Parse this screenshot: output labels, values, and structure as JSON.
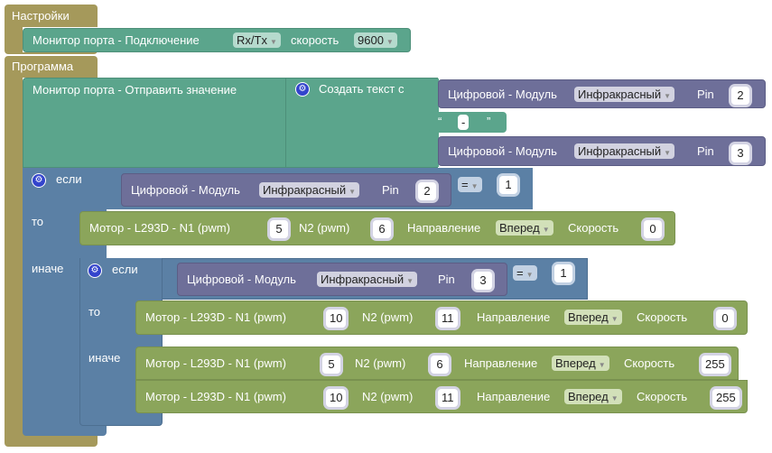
{
  "setup": {
    "label": "Настройки",
    "block": {
      "label": "Монитор порта - Подключение",
      "port": "Rx/Tx",
      "speed_label": "скорость",
      "speed": "9600"
    }
  },
  "program": {
    "label": "Программа",
    "send": {
      "label": "Монитор порта - Отправить значение",
      "create_text": "Создать текст с",
      "item1": {
        "label": "Цифровой - Модуль",
        "module": "Инфракрасный",
        "pin_label": "Pin",
        "pin": "2"
      },
      "quote_open": "“",
      "quote_text": "-",
      "quote_close": "”",
      "item2": {
        "label": "Цифровой - Модуль",
        "module": "Инфракрасный",
        "pin_label": "Pin",
        "pin": "3"
      }
    },
    "if1": {
      "if_label": "если",
      "then_label": "то",
      "else_label": "иначе",
      "cond": {
        "label": "Цифровой - Модуль",
        "module": "Инфракрасный",
        "pin_label": "Pin",
        "pin": "2",
        "op": "=",
        "value": "1"
      },
      "then_motor": {
        "label": "Мотор - L293D - N1 (pwm)",
        "n1": "5",
        "n2_label": "N2 (pwm)",
        "n2": "6",
        "dir_label": "Направление",
        "dir": "Вперед",
        "speed_label": "Скорость",
        "speed": "0"
      }
    },
    "if2": {
      "if_label": "если",
      "then_label": "то",
      "else_label": "иначе",
      "cond": {
        "label": "Цифровой - Модуль",
        "module": "Инфракрасный",
        "pin_label": "Pin",
        "pin": "3",
        "op": "=",
        "value": "1"
      },
      "then_motor": {
        "label": "Мотор - L293D - N1 (pwm)",
        "n1": "10",
        "n2_label": "N2 (pwm)",
        "n2": "11",
        "dir_label": "Направление",
        "dir": "Вперед",
        "speed_label": "Скорость",
        "speed": "0"
      },
      "else_motor1": {
        "label": "Мотор - L293D - N1 (pwm)",
        "n1": "5",
        "n2_label": "N2 (pwm)",
        "n2": "6",
        "dir_label": "Направление",
        "dir": "Вперед",
        "speed_label": "Скорость",
        "speed": "255"
      },
      "else_motor2": {
        "label": "Мотор - L293D - N1 (pwm)",
        "n1": "10",
        "n2_label": "N2 (pwm)",
        "n2": "11",
        "dir_label": "Направление",
        "dir": "Вперед",
        "speed_label": "Скорость",
        "speed": "255"
      }
    }
  }
}
